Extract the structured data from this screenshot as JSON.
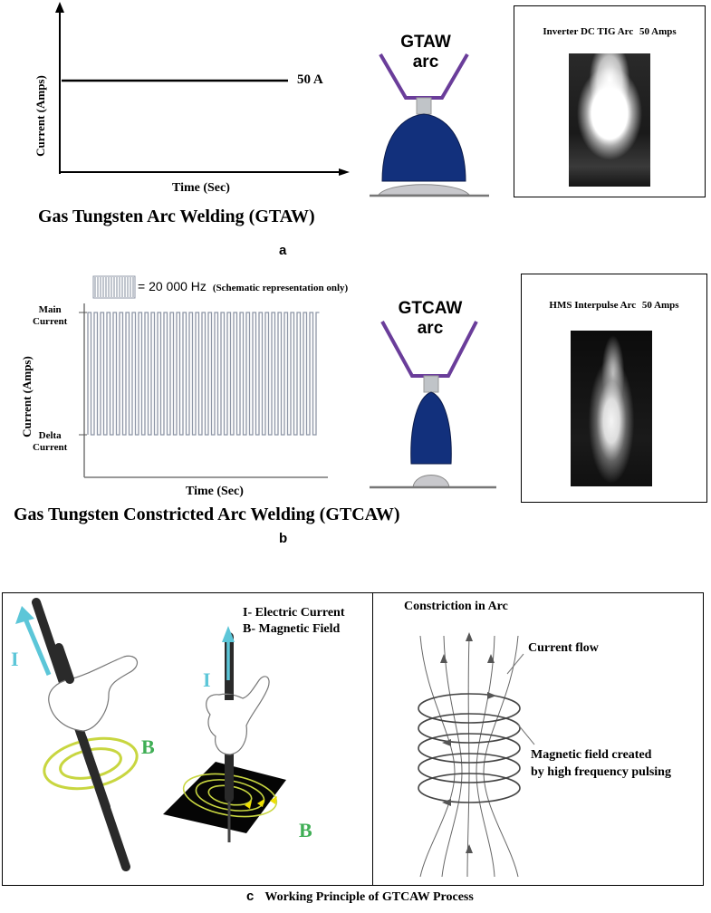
{
  "panel_a": {
    "y_axis_label": "Current (Amps)",
    "x_axis_label": "Time (Sec)",
    "level_label": "50 A",
    "title": "Gas Tungsten Arc Welding (GTAW)",
    "torch_label_line1": "GTAW",
    "torch_label_line2": "arc",
    "photo_caption_left": "Inverter DC TIG Arc",
    "photo_caption_right": "50 Amps",
    "panel_letter": "a"
  },
  "panel_b": {
    "legend_text": "= 20 000 Hz",
    "legend_note": "(Schematic representation only)",
    "main_current_line1": "Main",
    "main_current_line2": "Current",
    "delta_current_line1": "Delta",
    "delta_current_line2": "Current",
    "y_axis_label": "Current (Amps)",
    "x_axis_label": "Time (Sec)",
    "title": "Gas Tungsten Constricted Arc Welding (GTCAW)",
    "torch_label_line1": "GTCAW",
    "torch_label_line2": "arc",
    "photo_caption_left": "HMS Interpulse Arc",
    "photo_caption_right": "50 Amps",
    "panel_letter": "b"
  },
  "panel_c": {
    "legend_line1": "I- Electric Current",
    "legend_line2": "B- Magnetic Field",
    "symbol_current": "I",
    "symbol_field": "B",
    "constriction_title": "Constriction in Arc",
    "current_flow_label": "Current flow",
    "magnetic_label_line1": "Magnetic field created",
    "magnetic_label_line2": "by high frequency pulsing",
    "panel_letter": "c",
    "caption": "Working Principle of GTCAW Process"
  },
  "colors": {
    "torch_blue": "#12307c",
    "nozzle_purple": "#6a3d9a",
    "current_arrow": "#5cc6d8",
    "field_green": "#3fae55",
    "field_ring_yellow": "#c8d640",
    "pulse_gray": "#8e96a6"
  }
}
